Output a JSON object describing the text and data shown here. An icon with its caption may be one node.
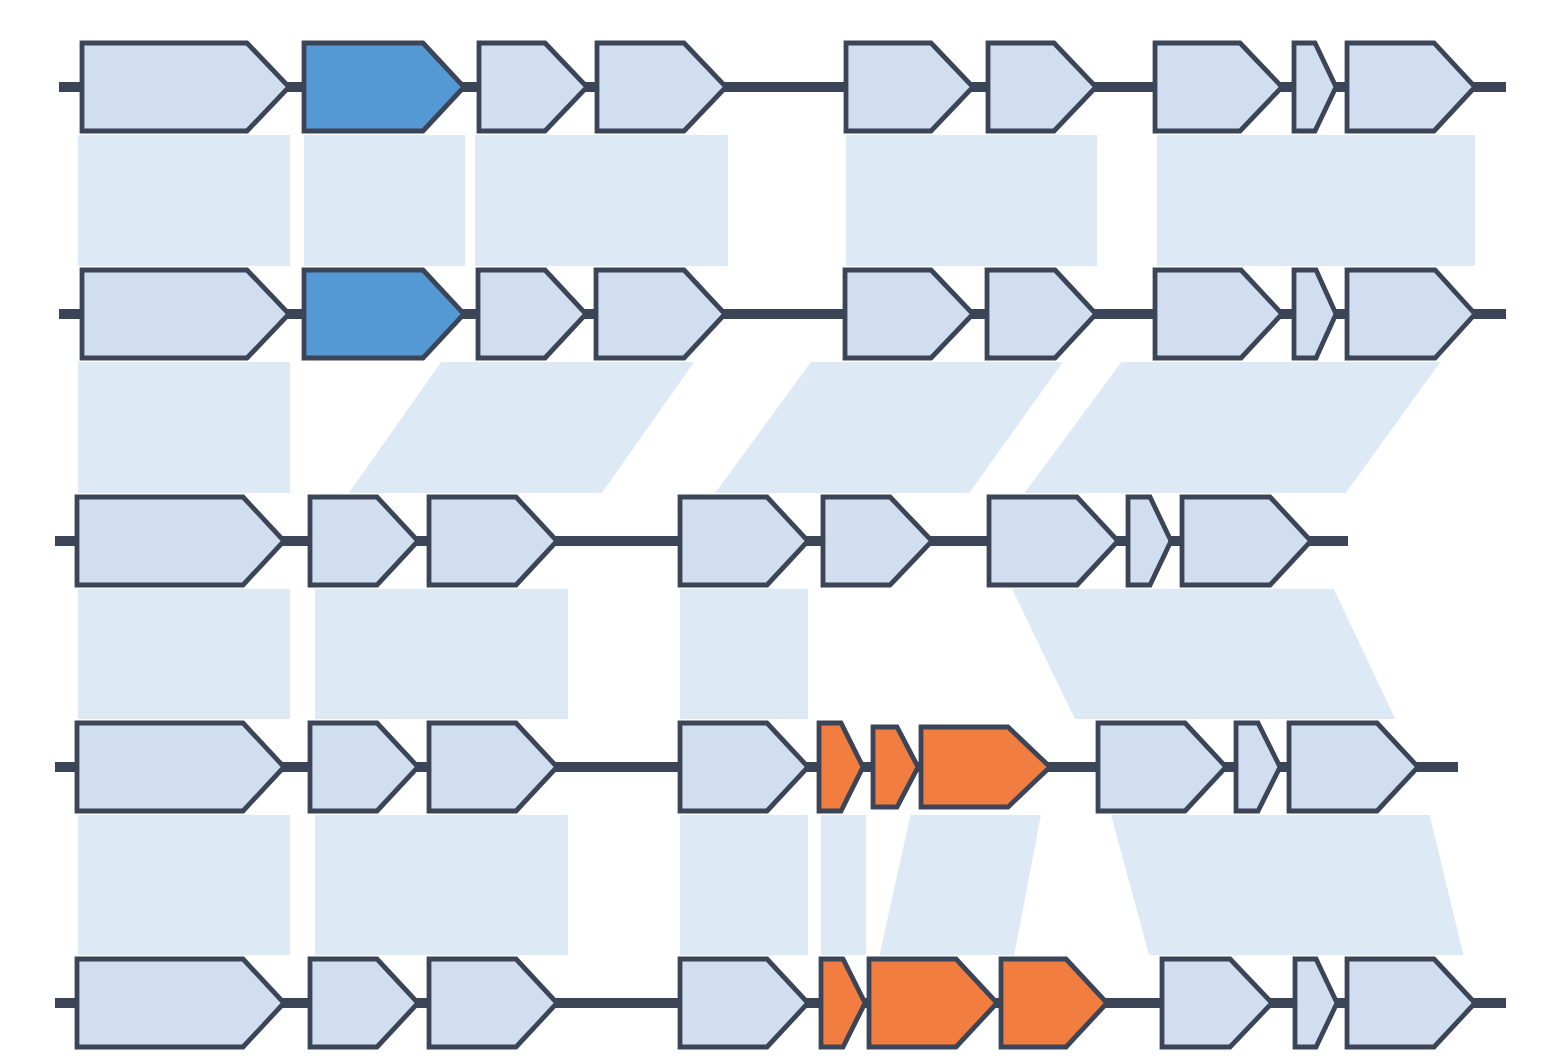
{
  "diagram": {
    "nodes": [
      {
        "text": [],
        "shape": "arrow"
      },
      {
        "text": [],
        "shape": "arrow"
      },
      {
        "text": [],
        "shape": "arrow"
      },
      {
        "text": [],
        "shape": "arrow"
      },
      {
        "text": [],
        "shape": "arrow"
      },
      {
        "text": [],
        "shape": "arrow"
      },
      {
        "text": [],
        "shape": "arrow"
      },
      {
        "text": [],
        "shape": "arrow"
      },
      {
        "text": [],
        "shape": "arrow"
      },
      {
        "text": [],
        "shape": "arrow"
      },
      {
        "text": [],
        "shape": "arrow"
      },
      {
        "text": [],
        "shape": "arrow"
      },
      {
        "text": [],
        "shape": "arrow"
      },
      {
        "text": [],
        "shape": "arrow"
      },
      {
        "text": [],
        "shape": "arrow"
      },
      {
        "text": [],
        "shape": "arrow"
      },
      {
        "text": [],
        "shape": "arrow"
      },
      {
        "text": [],
        "shape": "arrow"
      },
      {
        "text": [],
        "shape": "arrow"
      },
      {
        "text": [],
        "shape": "arrow"
      },
      {
        "text": [],
        "shape": "arrow"
      },
      {
        "text": [],
        "shape": "arrow"
      },
      {
        "text": [],
        "shape": "arrow"
      },
      {
        "text": [],
        "shape": "arrow"
      },
      {
        "text": [],
        "shape": "arrow"
      },
      {
        "text": [],
        "shape": "arrow"
      },
      {
        "text": [],
        "shape": "arrow"
      },
      {
        "text": [],
        "shape": "arrow"
      },
      {
        "text": [],
        "shape": "arrow"
      },
      {
        "text": [],
        "shape": "arrow"
      },
      {
        "text": [],
        "shape": "arrow"
      },
      {
        "text": [],
        "shape": "arrow"
      },
      {
        "text": [],
        "shape": "arrow"
      },
      {
        "text": [],
        "shape": "arrow"
      },
      {
        "text": [],
        "shape": "arrow"
      },
      {
        "text": [],
        "shape": "arrow"
      },
      {
        "text": [],
        "shape": "arrow"
      },
      {
        "text": [],
        "shape": "arrow"
      },
      {
        "text": [],
        "shape": "arrow"
      },
      {
        "text": [],
        "shape": "arrow"
      },
      {
        "text": [],
        "shape": "arrow"
      },
      {
        "text": [],
        "shape": "arrow"
      },
      {
        "text": [],
        "shape": "arrow"
      },
      {
        "text": [],
        "shape": "arrow"
      },
      {
        "text": [],
        "shape": "arrow"
      },
      {
        "text": [],
        "shape": "arrow"
      },
      {
        "text": [],
        "shape": "band"
      },
      {
        "text": [],
        "shape": "band"
      },
      {
        "text": [],
        "shape": "band"
      },
      {
        "text": [],
        "shape": "band"
      },
      {
        "text": [],
        "shape": "band"
      },
      {
        "text": [],
        "shape": "band"
      },
      {
        "text": [],
        "shape": "band"
      },
      {
        "text": [],
        "shape": "band"
      },
      {
        "text": [],
        "shape": "band"
      },
      {
        "text": [],
        "shape": "band"
      },
      {
        "text": [],
        "shape": "band"
      },
      {
        "text": [],
        "shape": "band"
      },
      {
        "text": [],
        "shape": "band"
      },
      {
        "text": [],
        "shape": "band"
      },
      {
        "text": [],
        "shape": "band"
      },
      {
        "text": [],
        "shape": "band"
      },
      {
        "text": [],
        "shape": "band"
      },
      {
        "text": [],
        "shape": "band"
      },
      {
        "text": [],
        "shape": "band"
      }
    ]
  }
}
